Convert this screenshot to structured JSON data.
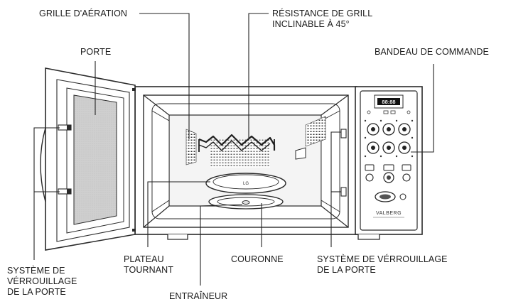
{
  "labels": {
    "grille": "GRILLE D'AÉRATION",
    "resistance_line1": "RÉSISTANCE DE GRILL",
    "resistance_line2": "INCLINABLE À 45°",
    "porte": "PORTE",
    "bandeau": "BANDEAU DE COMMANDE",
    "verrou_left_line1": "SYSTÈME DE",
    "verrou_left_line2": "VÉRROUILLAGE",
    "verrou_left_line3": "DE LA PORTE",
    "plateau_line1": "PLATEAU",
    "plateau_line2": "TOURNANT",
    "couronne": "COURONNE",
    "verrou_right_line1": "SYSTÈME DE VÉRROUILLAGE",
    "verrou_right_line2": "DE LA PORTE",
    "entraineur": "ENTRAÎNEUR"
  },
  "panel": {
    "display": "88:88",
    "brand": "VALBERG"
  },
  "colors": {
    "line": "#2a2a2a",
    "glass": "#d6d6d6",
    "cavity": "#f2f2f2",
    "display": "#111111"
  }
}
